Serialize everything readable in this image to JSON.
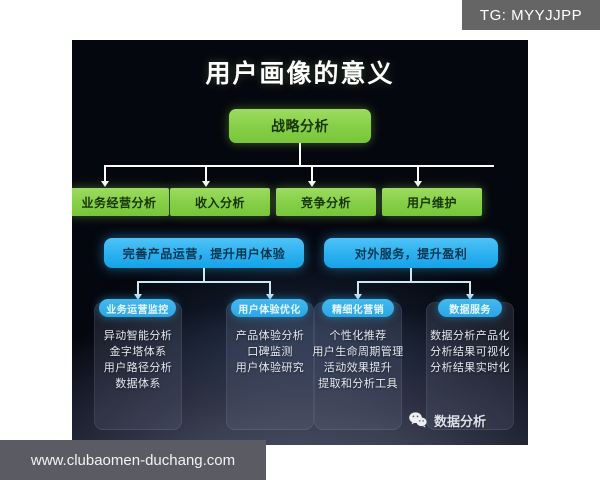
{
  "overlay": {
    "tg_tag": "TG: MYYJJPP",
    "url_banner": "www.clubaomen-duchang.com"
  },
  "diagram": {
    "title": "用户画像的意义",
    "root": {
      "label": "战略分析",
      "color": "#85cf46"
    },
    "level2": [
      {
        "label": "业务经营分析"
      },
      {
        "label": "收入分析"
      },
      {
        "label": "竞争分析"
      },
      {
        "label": "用户维护"
      }
    ],
    "level3": [
      {
        "label": "完善产品运营，提升用户体验",
        "color": "#2bb0ef"
      },
      {
        "label": "对外服务，提升盈利",
        "color": "#2bb0ef"
      }
    ],
    "columns": [
      {
        "pill": "业务运营监控",
        "items": [
          "异动智能分析",
          "金字塔体系",
          "用户路径分析",
          "数据体系"
        ]
      },
      {
        "pill": "用户体验优化",
        "items": [
          "产品体验分析",
          "口碑监测",
          "用户体验研究"
        ]
      },
      {
        "pill": "精细化营销",
        "items": [
          "个性化推荐",
          "用户生命周期管理",
          "活动效果提升",
          "提取和分析工具"
        ]
      },
      {
        "pill": "数据服务",
        "items": [
          "数据分析产品化",
          "分析结果可视化",
          "分析结果实时化"
        ]
      }
    ],
    "watermark": {
      "label": "数据分析",
      "icon": "wechat-icon"
    }
  }
}
